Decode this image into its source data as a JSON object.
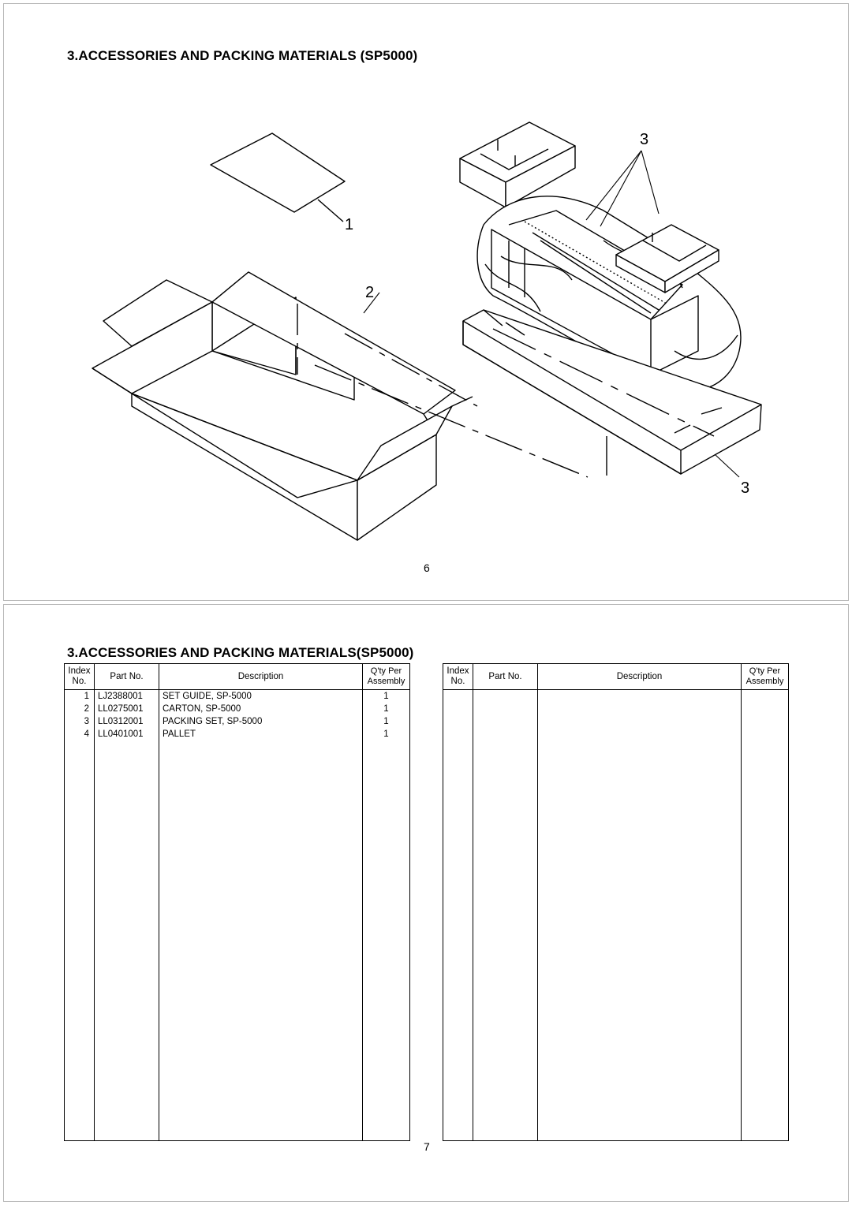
{
  "top_page": {
    "title": "3.ACCESSORIES AND PACKING MATERIALS (SP5000)",
    "callouts": [
      "1",
      "2",
      "3",
      "3"
    ],
    "page_number": "6"
  },
  "bottom_page": {
    "title": "3.ACCESSORIES AND PACKING MATERIALS(SP5000)",
    "table_headers": {
      "index_line1": "Index",
      "index_line2": "No.",
      "part_no": "Part No.",
      "description": "Description",
      "qty_line1": "Q'ty Per",
      "qty_line2": "Assembly"
    },
    "rows": [
      {
        "index": "1",
        "part_no": "LJ2388001",
        "description": "SET GUIDE, SP-5000",
        "qty": "1"
      },
      {
        "index": "2",
        "part_no": "LL0275001",
        "description": "CARTON, SP-5000",
        "qty": "1"
      },
      {
        "index": "3",
        "part_no": "LL0312001",
        "description": "PACKING SET, SP-5000",
        "qty": "1"
      },
      {
        "index": "4",
        "part_no": "LL0401001",
        "description": "PALLET",
        "qty": "1"
      }
    ],
    "page_number": "7"
  }
}
